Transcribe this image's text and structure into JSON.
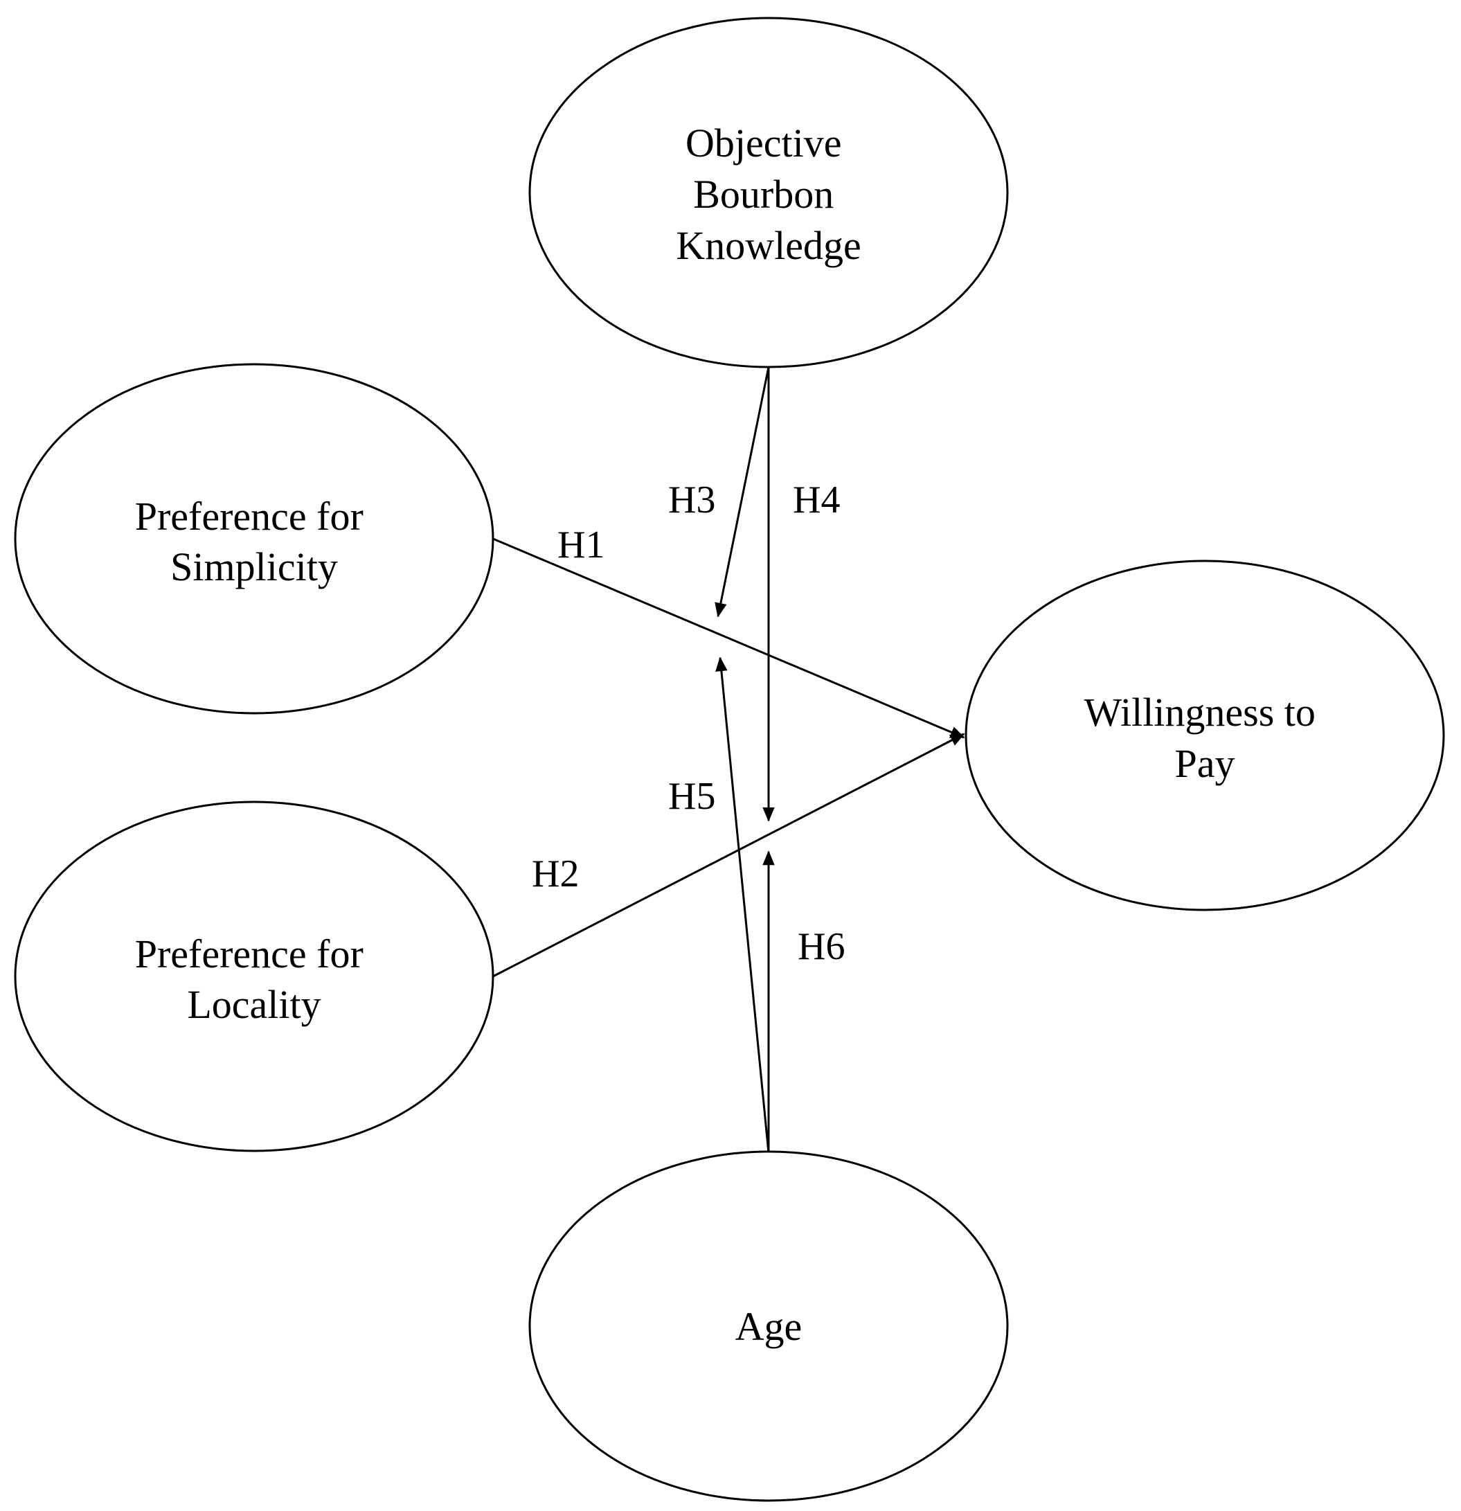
{
  "diagram": {
    "nodes": {
      "knowledge": {
        "lines": [
          "Objective",
          "Bourbon",
          "Knowledge"
        ]
      },
      "simplicity": {
        "lines": [
          "Preference for",
          "Simplicity"
        ]
      },
      "locality": {
        "lines": [
          "Preference for",
          "Locality"
        ]
      },
      "wtp": {
        "lines": [
          "Willingness to",
          "Pay"
        ]
      },
      "age": {
        "lines": [
          "Age"
        ]
      }
    },
    "hypotheses": {
      "h1": "H1",
      "h2": "H2",
      "h3": "H3",
      "h4": "H4",
      "h5": "H5",
      "h6": "H6"
    },
    "relations": [
      {
        "id": "h1",
        "from": "simplicity",
        "to": "wtp",
        "type": "direct"
      },
      {
        "id": "h2",
        "from": "locality",
        "to": "wtp",
        "type": "direct"
      },
      {
        "id": "h3",
        "from": "knowledge",
        "to": "h1",
        "type": "moderation"
      },
      {
        "id": "h4",
        "from": "knowledge",
        "to": "h2",
        "type": "moderation"
      },
      {
        "id": "h5",
        "from": "age",
        "to": "h1",
        "type": "moderation"
      },
      {
        "id": "h6",
        "from": "age",
        "to": "h2",
        "type": "moderation"
      }
    ]
  }
}
